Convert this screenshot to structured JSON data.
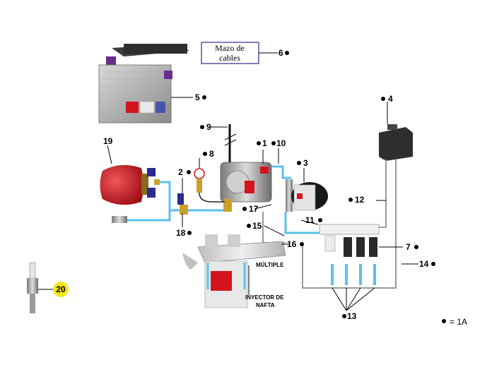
{
  "wiring_box": {
    "line1": "Mazo de",
    "line2": "cables"
  },
  "callouts": {
    "c1": "1",
    "c2": "2",
    "c3": "3",
    "c4": "4",
    "c5": "5",
    "c6": "6",
    "c7": "7",
    "c8": "8",
    "c9": "9",
    "c10": "10",
    "c11": "11",
    "c12": "12",
    "c13": "13",
    "c14": "14",
    "c15": "15",
    "c16": "16",
    "c17": "17",
    "c18": "18",
    "c19": "19",
    "c20": "20"
  },
  "labels": {
    "multiple": "MÚLTIPLE",
    "injector_line1": "INYECTOR DE",
    "injector_line2": "NAFTA"
  },
  "legend": {
    "text": "= 1A"
  },
  "colors": {
    "hose_blue": "#5bc0ee",
    "tank_red": "#d4141c",
    "highlight_yellow": "#f2e51a",
    "pipe_gray": "#9a9a9a",
    "box_border": "#2b2b8f"
  }
}
